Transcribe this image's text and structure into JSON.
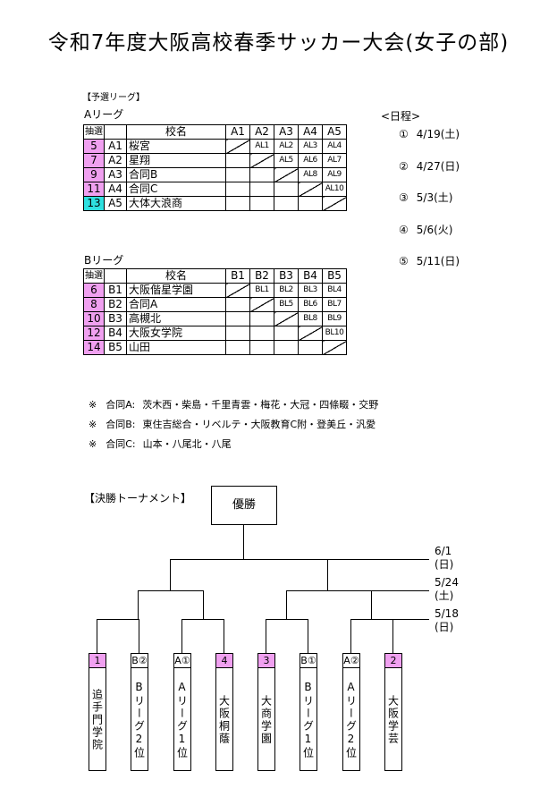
{
  "title": "令和7年度大阪高校春季サッカー大会(女子の部)",
  "prelim_label": "【予選リーグ】",
  "leagueA": {
    "label": "Aリーグ",
    "headers": [
      "抽選",
      "",
      "校名",
      "A1",
      "A2",
      "A3",
      "A4",
      "A5"
    ],
    "rows": [
      {
        "draw": "5",
        "code": "A1",
        "name": "桜宮",
        "cells": [
          "",
          "AL1",
          "AL2",
          "AL3",
          "AL4"
        ],
        "color": "pink"
      },
      {
        "draw": "7",
        "code": "A2",
        "name": "星翔",
        "cells": [
          "",
          "",
          "AL5",
          "AL6",
          "AL7"
        ],
        "color": "pink"
      },
      {
        "draw": "9",
        "code": "A3",
        "name": "合同B",
        "cells": [
          "",
          "",
          "",
          "AL8",
          "AL9"
        ],
        "color": "pink"
      },
      {
        "draw": "11",
        "code": "A4",
        "name": "合同C",
        "cells": [
          "",
          "",
          "",
          "",
          "AL10"
        ],
        "color": "pink"
      },
      {
        "draw": "13",
        "code": "A5",
        "name": "大体大浪商",
        "cells": [
          "",
          "",
          "",
          "",
          ""
        ],
        "color": "cyan"
      }
    ]
  },
  "leagueB": {
    "label": "Bリーグ",
    "headers": [
      "抽選",
      "",
      "校名",
      "B1",
      "B2",
      "B3",
      "B4",
      "B5"
    ],
    "rows": [
      {
        "draw": "6",
        "code": "B1",
        "name": "大阪偕星学園",
        "cells": [
          "",
          "BL1",
          "BL2",
          "BL3",
          "BL4"
        ],
        "color": "pink"
      },
      {
        "draw": "8",
        "code": "B2",
        "name": "合同A",
        "cells": [
          "",
          "",
          "BL5",
          "BL6",
          "BL7"
        ],
        "color": "pink"
      },
      {
        "draw": "10",
        "code": "B3",
        "name": "高槻北",
        "cells": [
          "",
          "",
          "",
          "BL8",
          "BL9"
        ],
        "color": "pink"
      },
      {
        "draw": "12",
        "code": "B4",
        "name": "大阪女学院",
        "cells": [
          "",
          "",
          "",
          "",
          "BL10"
        ],
        "color": "pink"
      },
      {
        "draw": "14",
        "code": "B5",
        "name": "山田",
        "cells": [
          "",
          "",
          "",
          "",
          ""
        ],
        "color": "pink"
      }
    ]
  },
  "schedule": {
    "label": "<日程>",
    "items": [
      {
        "num": "①",
        "date": "4/19(土)"
      },
      {
        "num": "②",
        "date": "4/27(日)"
      },
      {
        "num": "③",
        "date": "5/3(土)"
      },
      {
        "num": "④",
        "date": "5/6(火)"
      },
      {
        "num": "⑤",
        "date": "5/11(日)"
      }
    ]
  },
  "notes": [
    {
      "mark": "※",
      "label": "合同A:",
      "text": "茨木西・柴島・千里青雲・梅花・大冠・四條畷・交野"
    },
    {
      "mark": "※",
      "label": "合同B:",
      "text": "東住吉総合・リベルテ・大阪教育C附・登美丘・汎愛"
    },
    {
      "mark": "※",
      "label": "合同C:",
      "text": "山本・八尾北・八尾"
    }
  ],
  "final": {
    "label": "【決勝トーナメント】",
    "champion": "優勝",
    "dates": [
      {
        "line1": "6/1",
        "line2": "(日)"
      },
      {
        "line1": "5/24",
        "line2": "(土)"
      },
      {
        "line1": "5/18",
        "line2": "(日)"
      }
    ],
    "teams": [
      {
        "seed": "1",
        "name": "追手門学院",
        "color": "pink"
      },
      {
        "seed": "B②",
        "name": "Bリーグ2位",
        "color": "white"
      },
      {
        "seed": "A①",
        "name": "Aリーグ1位",
        "color": "white"
      },
      {
        "seed": "4",
        "name": "大阪桐蔭",
        "color": "pink"
      },
      {
        "seed": "3",
        "name": "大商学園",
        "color": "pink"
      },
      {
        "seed": "B①",
        "name": "Bリーグ1位",
        "color": "white"
      },
      {
        "seed": "A②",
        "name": "Aリーグ2位",
        "color": "white"
      },
      {
        "seed": "2",
        "name": "大阪学芸",
        "color": "pink"
      }
    ]
  }
}
